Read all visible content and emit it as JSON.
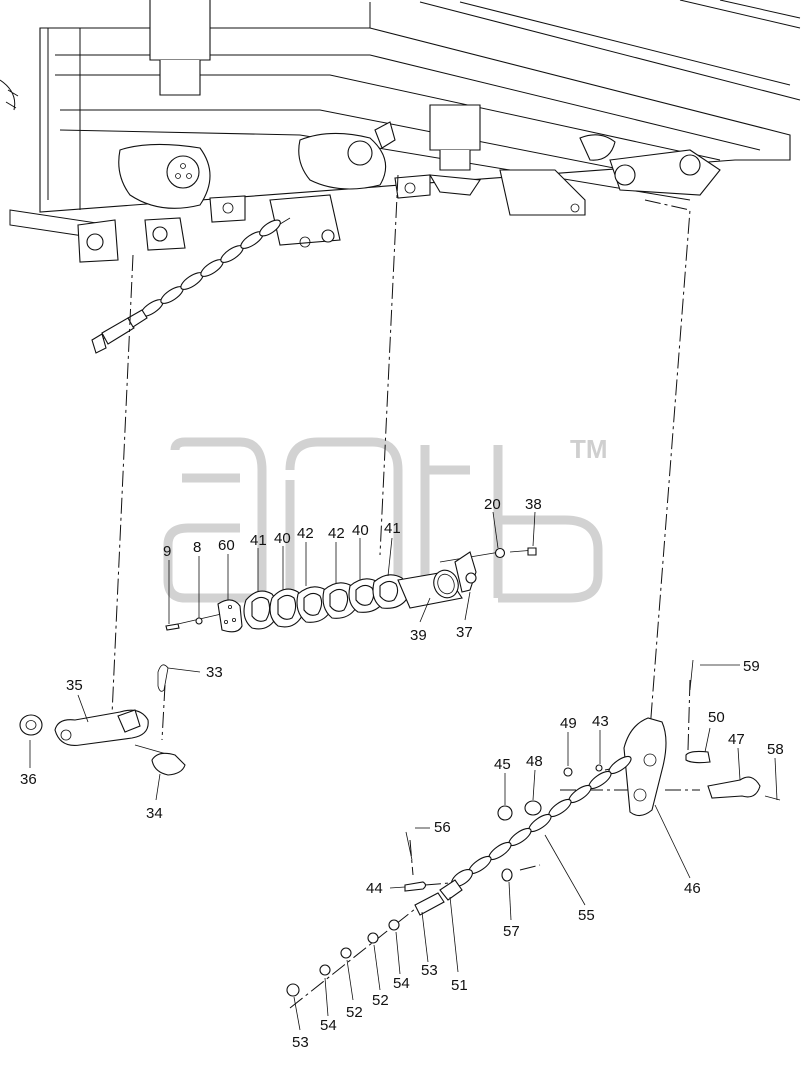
{
  "watermark": {
    "trademark": "TM"
  },
  "callouts": [
    {
      "id": "c9",
      "text": "9"
    },
    {
      "id": "c8",
      "text": "8"
    },
    {
      "id": "c60",
      "text": "60"
    },
    {
      "id": "c41a",
      "text": "41"
    },
    {
      "id": "c40a",
      "text": "40"
    },
    {
      "id": "c42a",
      "text": "42"
    },
    {
      "id": "c42b",
      "text": "42"
    },
    {
      "id": "c40b",
      "text": "40"
    },
    {
      "id": "c41b",
      "text": "41"
    },
    {
      "id": "c20",
      "text": "20"
    },
    {
      "id": "c38",
      "text": "38"
    },
    {
      "id": "c39",
      "text": "39"
    },
    {
      "id": "c37",
      "text": "37"
    },
    {
      "id": "c33",
      "text": "33"
    },
    {
      "id": "c35",
      "text": "35"
    },
    {
      "id": "c36",
      "text": "36"
    },
    {
      "id": "c34",
      "text": "34"
    },
    {
      "id": "c59",
      "text": "59"
    },
    {
      "id": "c49",
      "text": "49"
    },
    {
      "id": "c43",
      "text": "43"
    },
    {
      "id": "c50",
      "text": "50"
    },
    {
      "id": "c47",
      "text": "47"
    },
    {
      "id": "c58",
      "text": "58"
    },
    {
      "id": "c45",
      "text": "45"
    },
    {
      "id": "c48",
      "text": "48"
    },
    {
      "id": "c46",
      "text": "46"
    },
    {
      "id": "c56",
      "text": "56"
    },
    {
      "id": "c55",
      "text": "55"
    },
    {
      "id": "c44",
      "text": "44"
    },
    {
      "id": "c57",
      "text": "57"
    },
    {
      "id": "c53a",
      "text": "53"
    },
    {
      "id": "c51",
      "text": "51"
    },
    {
      "id": "c54a",
      "text": "54"
    },
    {
      "id": "c52a",
      "text": "52"
    },
    {
      "id": "c52b",
      "text": "52"
    },
    {
      "id": "c54b",
      "text": "54"
    },
    {
      "id": "c53b",
      "text": "53"
    }
  ]
}
